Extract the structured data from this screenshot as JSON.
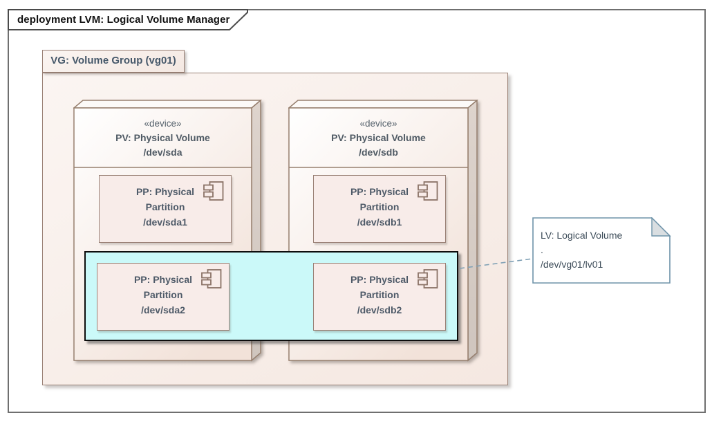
{
  "frame": {
    "title": "deployment LVM: Logical Volume Manager"
  },
  "volume_group": {
    "label": "VG: Volume Group (vg01)"
  },
  "nodes": [
    {
      "stereotype": "«device»",
      "name": "PV: Physical Volume",
      "device": "/dev/sda",
      "partitions": [
        {
          "name": "PP: Physical Partition",
          "device": "/dev/sda1",
          "highlighted": false
        },
        {
          "name": "PP: Physical Partition",
          "device": "/dev/sda2",
          "highlighted": true
        }
      ]
    },
    {
      "stereotype": "«device»",
      "name": "PV: Physical Volume",
      "device": "/dev/sdb",
      "partitions": [
        {
          "name": "PP: Physical Partition",
          "device": "/dev/sdb1",
          "highlighted": false
        },
        {
          "name": "PP: Physical Partition",
          "device": "/dev/sdb2",
          "highlighted": true
        }
      ]
    }
  ],
  "logical_volume_note": {
    "lines": [
      "LV: Logical Volume",
      ".",
      "/dev/vg01/lv01"
    ]
  },
  "colors": {
    "highlight_fill": "#CBF9F9",
    "highlight_border": "#0D0D0D",
    "element_fill": "#F8ECE9",
    "element_border": "#9A8176",
    "element_text": "#4E5A68",
    "note_border": "#6E93A9",
    "note_fold": "#D9DEE1",
    "connector": "#7FA0B5",
    "frame_border": "#6F6F6F"
  }
}
